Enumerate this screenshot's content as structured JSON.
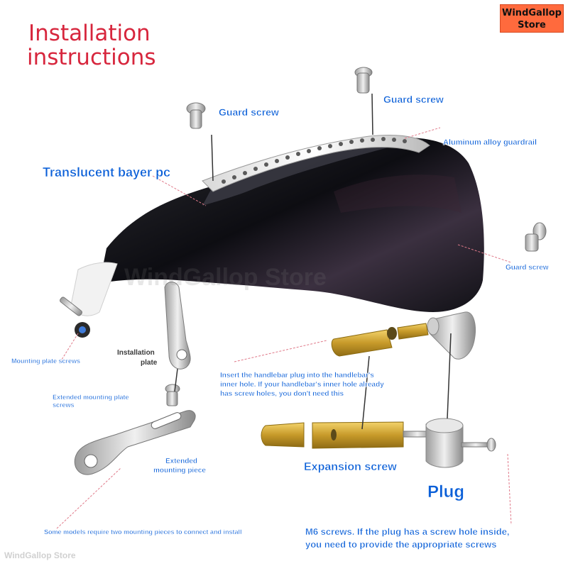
{
  "title_line1": "Installation",
  "title_line2": "instructions",
  "brand_line1": "WindGallop",
  "brand_line2": "Store",
  "watermark_center": "WindGallop Store",
  "watermark_corner": "WindGallop Store",
  "labels": {
    "guard_screw_left": "Guard screw",
    "guard_screw_top": "Guard screw",
    "guard_screw_right": "Guard screw",
    "aluminum_guardrail": "Aluminum alloy guardrail",
    "translucent_pc": "Translucent bayer pc",
    "mounting_plate_screws": "Mounting plate screws",
    "installation_plate_1": "Installation",
    "installation_plate_2": "plate",
    "extended_screws_1": "Extended mounting plate",
    "extended_screws_2": "screws",
    "extended_piece_1": "Extended",
    "extended_piece_2": "mounting piece",
    "plug_note_1": "Insert the handlebar plug into the handlebar's",
    "plug_note_2": "inner hole. If your handlebar's inner hole already",
    "plug_note_3": "has screw holes, you don't need this",
    "expansion_screw": "Expansion screw",
    "plug": "Plug",
    "two_pieces_note": "Some models require two mounting pieces to connect and install",
    "m6_note_1": "M6 screws. If the plug has a screw hole inside,",
    "m6_note_2": "you need to provide the appropriate screws"
  },
  "colors": {
    "title": "#d7263d",
    "label": "#0a5fd8",
    "leader_line": "#e07a8a",
    "brand_bg": "#ff6a3d"
  }
}
